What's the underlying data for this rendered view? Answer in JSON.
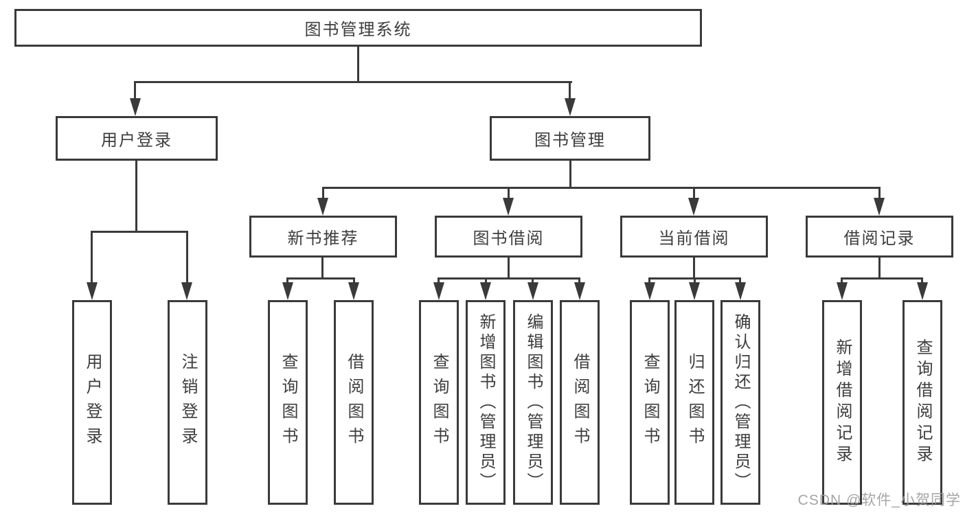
{
  "colors": {
    "line": "#3a3a3a",
    "text": "#3d3d3d",
    "box_background": "#ffffff",
    "page_background": "#ffffff",
    "watermark": "#9e9e9e"
  },
  "diagram": {
    "root": {
      "label": "图书管理系统"
    },
    "level1": [
      {
        "label": "用户登录"
      },
      {
        "label": "图书管理"
      }
    ],
    "level2": [
      {
        "label": "新书推荐"
      },
      {
        "label": "图书借阅"
      },
      {
        "label": "当前借阅"
      },
      {
        "label": "借阅记录"
      }
    ],
    "leaves": {
      "user_login": [
        {
          "label": "用户登录"
        },
        {
          "label": "注销登录"
        }
      ],
      "new_book": [
        {
          "label": "查询图书"
        },
        {
          "label": "借阅图书"
        }
      ],
      "book_borrow": [
        {
          "label": "查询图书"
        },
        {
          "label": "新增图书（管理员）"
        },
        {
          "label": "编辑图书（管理员）"
        },
        {
          "label": "借阅图书"
        }
      ],
      "current_borrow": [
        {
          "label": "查询图书"
        },
        {
          "label": "归还图书"
        },
        {
          "label": "确认归还（管理员）"
        }
      ],
      "borrow_record": [
        {
          "label": "新增借阅记录"
        },
        {
          "label": "查询借阅记录"
        }
      ]
    }
  },
  "watermark": {
    "text": "CSDN @软件_小贺同学"
  }
}
